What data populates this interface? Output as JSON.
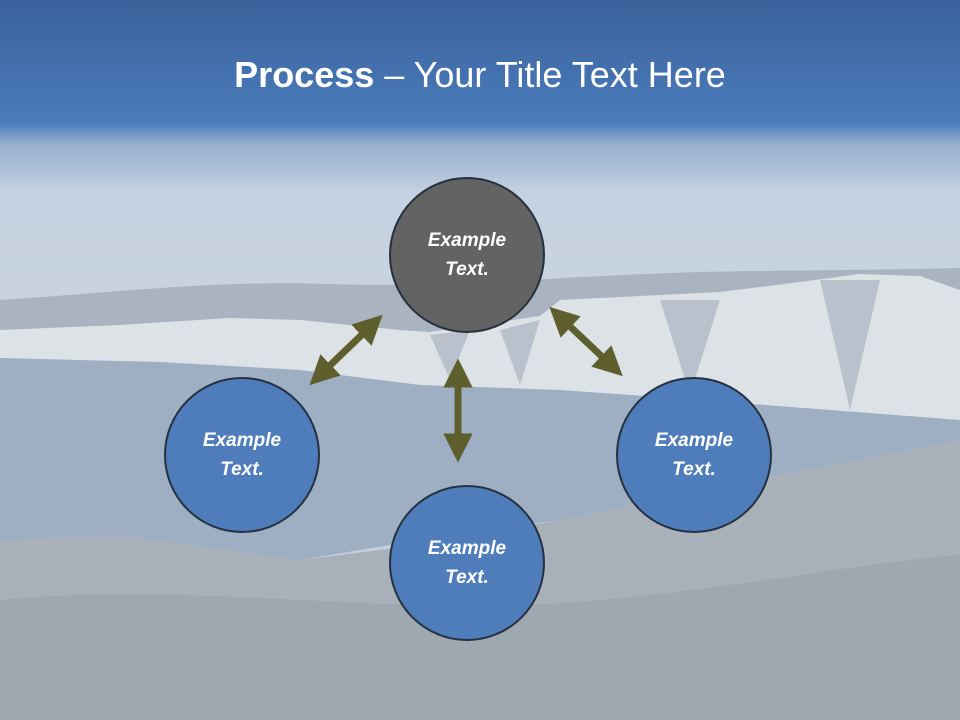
{
  "title": {
    "bold": "Process",
    "rest": " – Your Title Text Here"
  },
  "colors": {
    "header_blue": "#3e6aa6",
    "circle_center": "#636363",
    "circle_outer": "#4f7dbb",
    "arrow": "#5e5f2d"
  },
  "nodes": {
    "top": "Example\nText.",
    "left": "Example\nText.",
    "right": "Example\nText.",
    "bottom": "Example\nText."
  }
}
